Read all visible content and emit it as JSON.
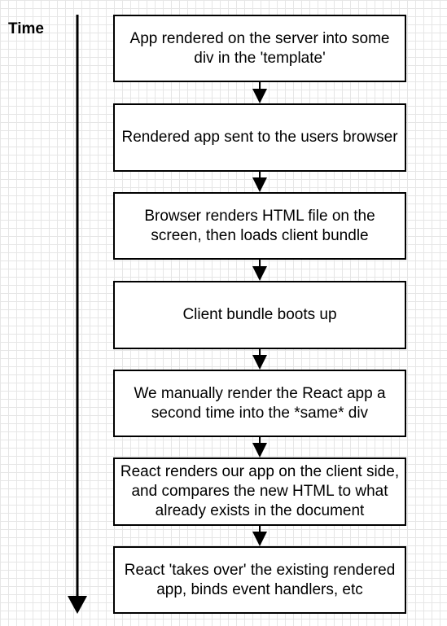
{
  "axis": {
    "label": "Time"
  },
  "steps": [
    {
      "text": "App rendered on the server into some div in the 'template'"
    },
    {
      "text": "Rendered app sent to the users browser"
    },
    {
      "text": "Browser renders HTML file on the screen, then loads client bundle"
    },
    {
      "text": "Client bundle boots up"
    },
    {
      "text": "We manually render the React app a second time into the *same* div"
    },
    {
      "text": "React renders our app on the client side, and compares the new HTML to what already exists in the document"
    },
    {
      "text": "React 'takes over' the existing rendered app, binds event handlers, etc"
    }
  ]
}
